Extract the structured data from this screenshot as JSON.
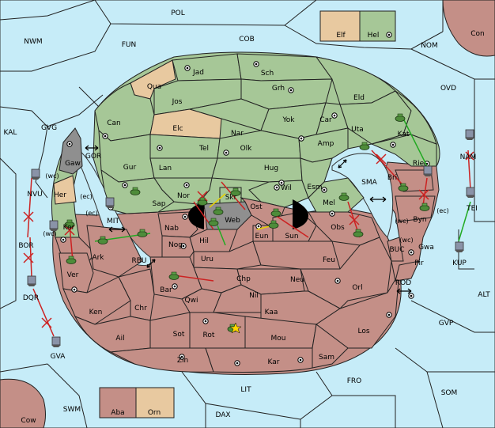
{
  "colors": {
    "sea": "#c6ecf8",
    "green_power": "#a6c797",
    "tan_power": "#e8c9a0",
    "red_power": "#c48f87",
    "neutral_land": "#8f8f8f",
    "arrow_red": "#cc2222",
    "arrow_green": "#22aa22",
    "arrow_yellow": "#e6d000"
  },
  "legend_top": {
    "elf": "Elf",
    "hel": "Hel"
  },
  "legend_bottom": {
    "aba": "Aba",
    "orn": "Orn"
  },
  "sea_labels": {
    "pol": "POL",
    "nwm": "NWM",
    "fun": "FUN",
    "cob": "COB",
    "nom": "NOM",
    "con": "Con",
    "ovd": "OVD",
    "kal": "KAL",
    "gvg": "GVG",
    "gor": "GOR",
    "sma": "SMA",
    "rbu": "RBU",
    "buc": "BUC",
    "rod": "ROD",
    "alt": "ALT",
    "gvp": "GVP",
    "fro": "FRO",
    "som": "SOM",
    "lit": "LIT",
    "dax": "DAX",
    "swm": "SWM",
    "cow": "Cow",
    "bor": "BOR"
  },
  "land_labels": {
    "jad": "Jad",
    "sch": "Sch",
    "qua": "Qua",
    "jos": "Jos",
    "grh": "Grh",
    "eld": "Eld",
    "can": "Can",
    "yok": "Yok",
    "car": "Car",
    "elc": "Elc",
    "nar": "Nar",
    "uta": "Uta",
    "kat": "Kat",
    "tel": "Tel",
    "olk": "Olk",
    "amp": "Amp",
    "gaw": "Gaw",
    "gur": "Gur",
    "lan": "Lan",
    "hug": "Hug",
    "bri": "Bri",
    "rie": "Rie",
    "her": "Her",
    "nor": "Nor",
    "skr": "Skr",
    "wil": "Wil",
    "esm": "Esm",
    "sap": "Sap",
    "web": "Web",
    "ost": "Ost",
    "mel": "Mel",
    "byn": "Byn",
    "tei": "TEI",
    "mit": "MIT",
    "kor": "Kor",
    "nab": "Nab",
    "hil": "Hil",
    "eun": "Eun",
    "sun": "Sun",
    "obs": "Obs",
    "gwa": "Gwa",
    "kup": "KUP",
    "ark": "Ark",
    "nog": "Nog",
    "uru": "Uru",
    "feu": "Feu",
    "pir": "Pir",
    "ver": "Ver",
    "chp": "Chp",
    "neu": "Neu",
    "orl": "Orl",
    "bar": "Bar",
    "qwi": "Qwi",
    "nil": "Nil",
    "ken": "Ken",
    "chr": "Chr",
    "kaa": "Kaa",
    "ail": "Ail",
    "sot": "Sot",
    "rot": "Rot",
    "mou": "Mou",
    "los": "Los",
    "sam": "Sam",
    "zin": "Zin",
    "kar": "Kar",
    "gva": "GVA",
    "nvu": "NVU",
    "dqr": "DQR",
    "nam": "NAM"
  },
  "coast_labels": {
    "gaw_wc": "(wc)",
    "her_ec": "(ec)",
    "mit_ec": "(ec)",
    "kor_wc": "(wc)",
    "byn_wc": "(wc)",
    "byn_ec": "(ec)",
    "gwa_wc": "(wc)"
  }
}
